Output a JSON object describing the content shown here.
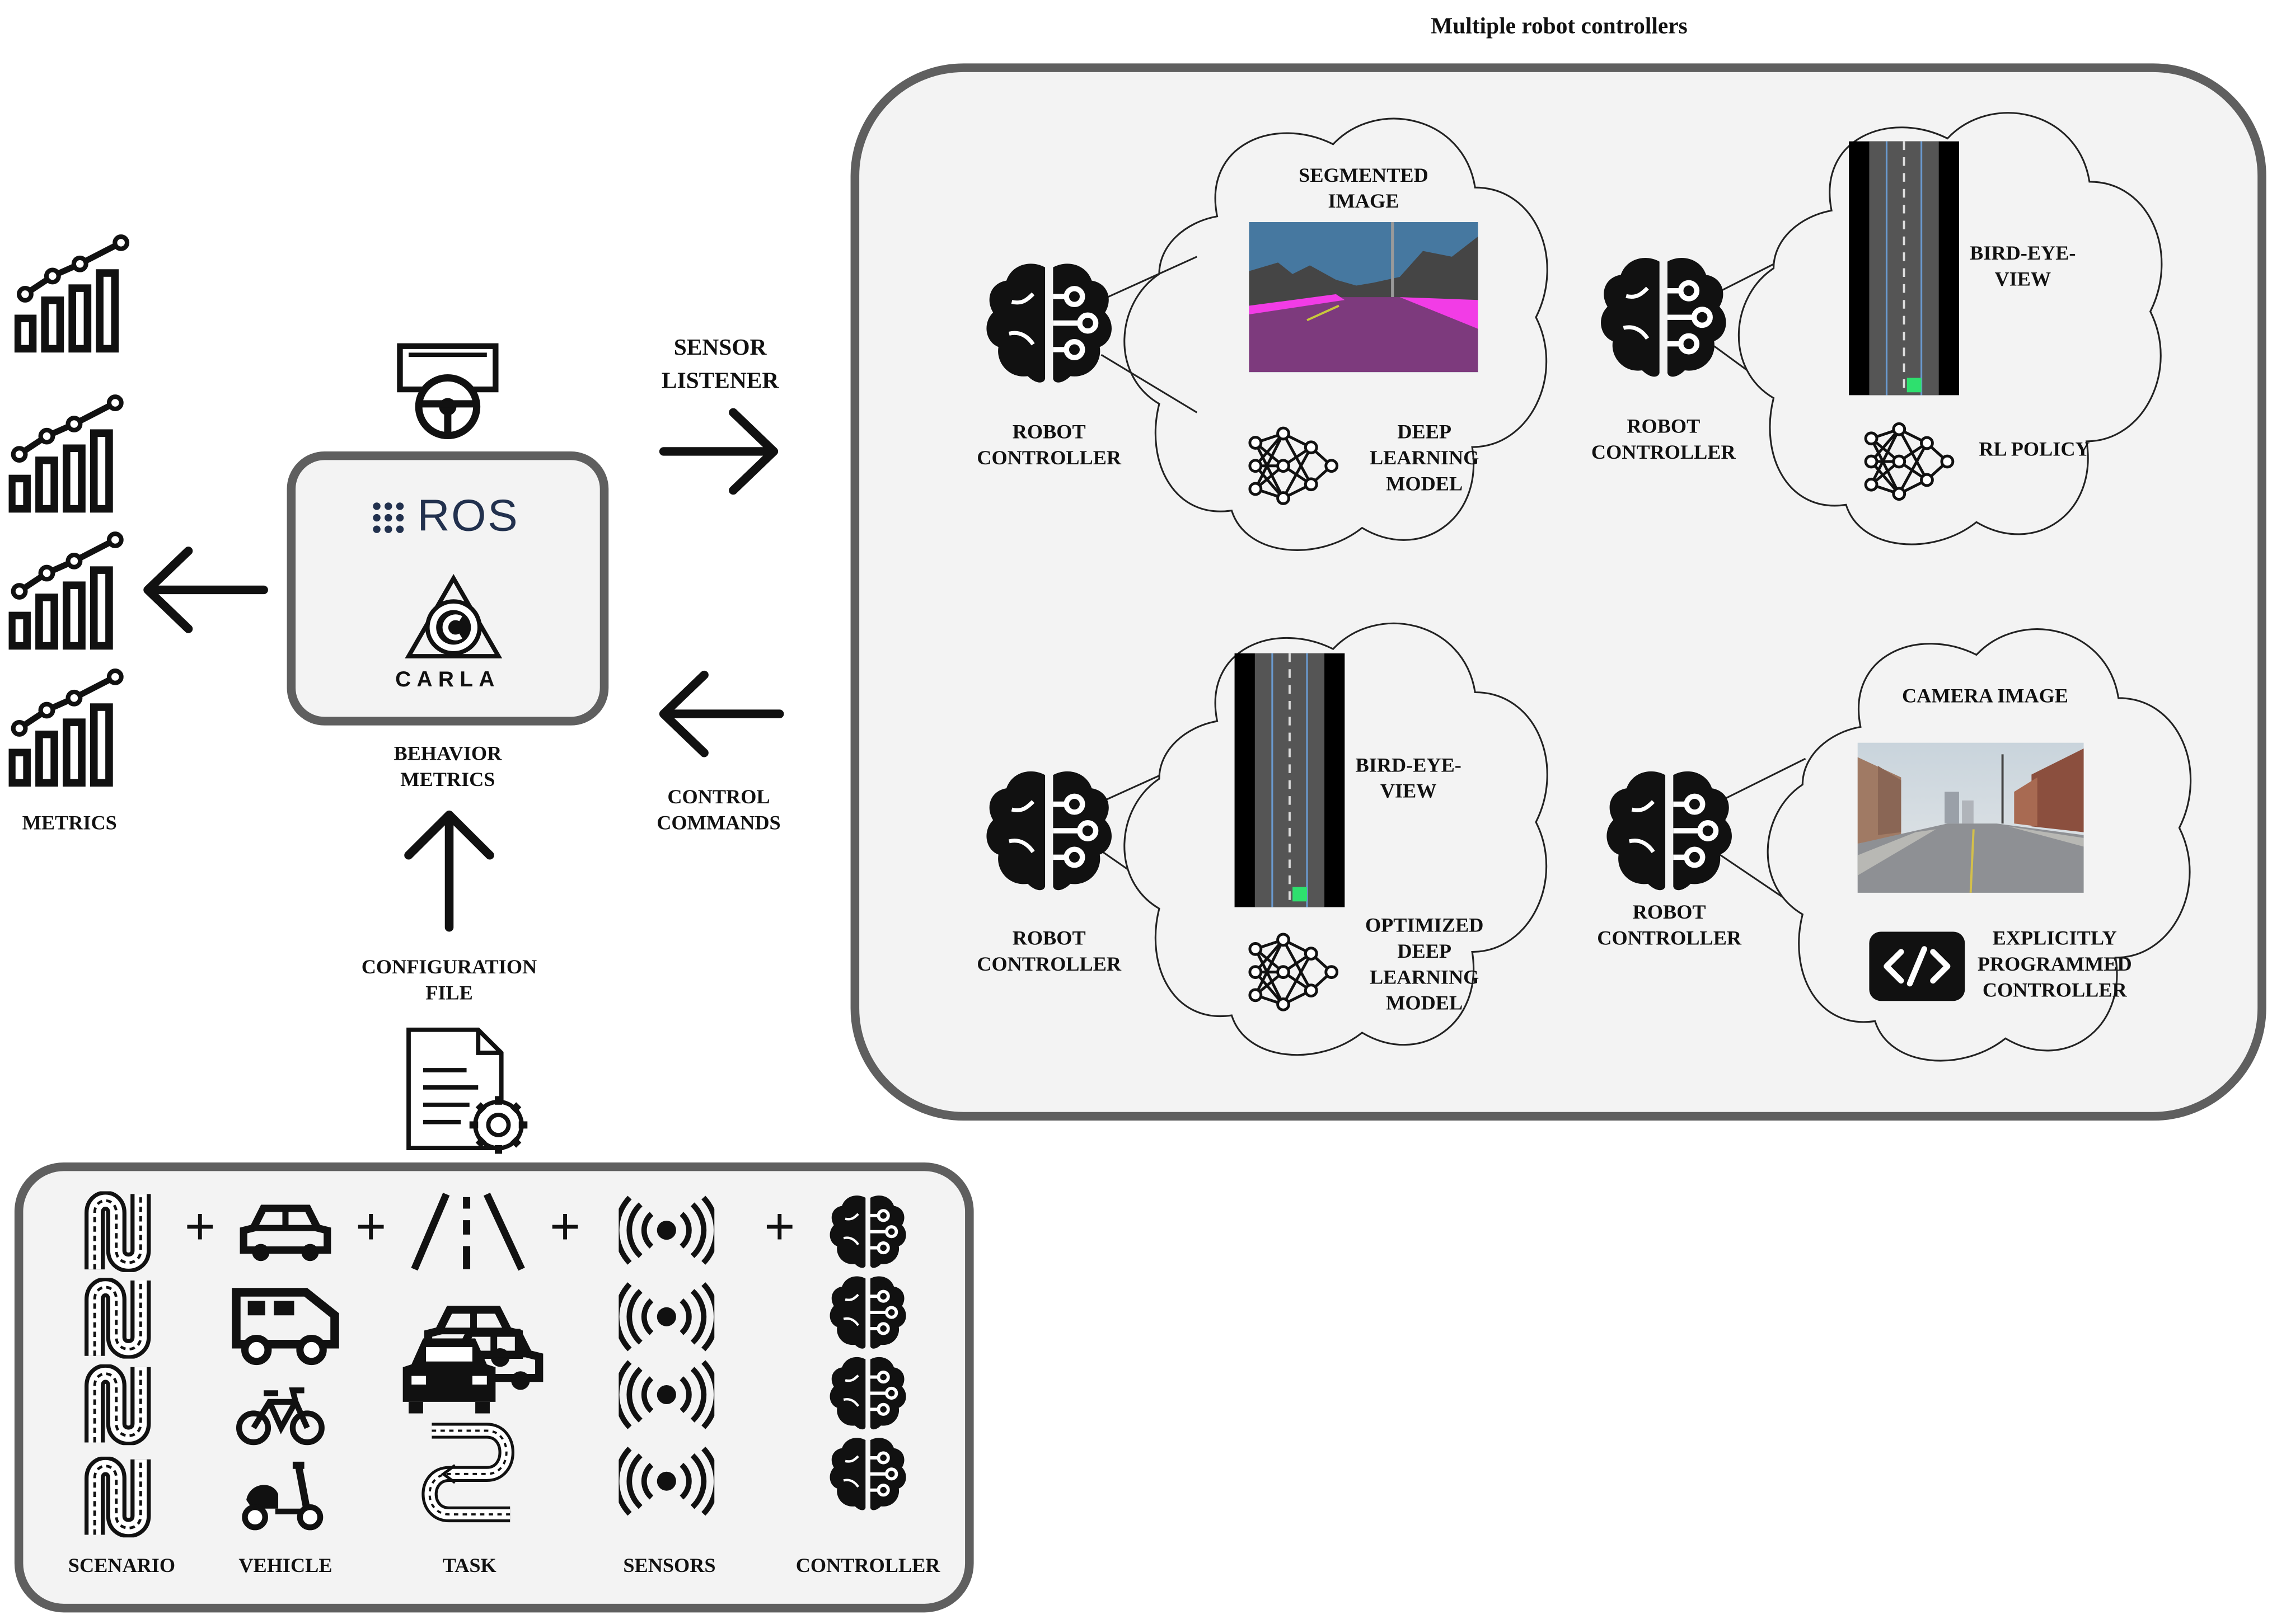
{
  "title": "Multiple robot controllers",
  "metrics": {
    "label": "METRICS"
  },
  "hub": {
    "ros_text": "ROS",
    "carla_text": "CARLA",
    "label_line1": "BEHAVIOR",
    "label_line2": "METRICS"
  },
  "arrows": {
    "sensor_line1": "SENSOR",
    "sensor_line2": "LISTENER",
    "control_line1": "CONTROL",
    "control_line2": "COMMANDS",
    "config_line1": "CONFIGURATION",
    "config_line2": "FILE"
  },
  "controllers": [
    {
      "robot_line1": "ROBOT",
      "robot_line2": "CONTROLLER",
      "view_line1": "SEGMENTED",
      "view_line2": "IMAGE",
      "model_lines": [
        "DEEP",
        "LEARNING",
        "MODEL"
      ]
    },
    {
      "robot_line1": "ROBOT",
      "robot_line2": "CONTROLLER",
      "view_line1": "BIRD-EYE-",
      "view_line2": "VIEW",
      "model_lines": [
        "RL POLICY"
      ]
    },
    {
      "robot_line1": "ROBOT",
      "robot_line2": "CONTROLLER",
      "view_line1": "BIRD-EYE-",
      "view_line2": "VIEW",
      "model_lines": [
        "OPTIMIZED",
        "DEEP",
        "LEARNING",
        "MODEL"
      ]
    },
    {
      "robot_line1": "ROBOT",
      "robot_line2": "CONTROLLER",
      "view_line1": "CAMERA IMAGE",
      "view_line2": "",
      "model_lines": [
        "EXPLICITLY",
        "PROGRAMMED",
        "CONTROLLER"
      ]
    }
  ],
  "config": {
    "plus": "+",
    "labels": {
      "scenario": "SCENARIO",
      "vehicle": "VEHICLE",
      "task": "TASK",
      "sensors": "SENSORS",
      "controller": "CONTROLLER"
    }
  },
  "colors": {
    "panel_bg": "#f3f3f3",
    "panel_border": "#5f5f5f",
    "ros_blue": "#22314e",
    "segment_sky": "#4678a0",
    "segment_road": "#7d3a7d",
    "segment_sidewalk": "#f23ce6",
    "segment_building": "#454545",
    "bev_marker": "#2ee06e"
  }
}
